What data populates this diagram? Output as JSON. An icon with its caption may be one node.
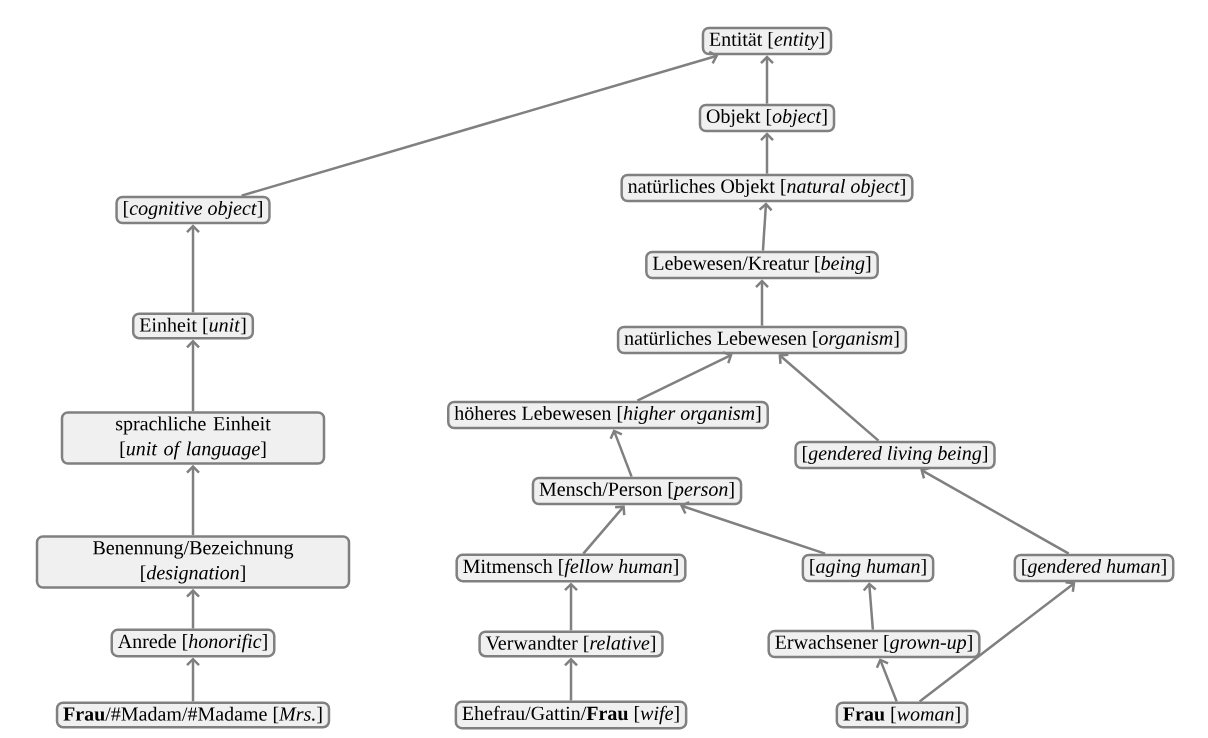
{
  "diagram": {
    "nodes": [
      {
        "text": [
          "Entität [*entity*]"
        ]
      },
      {
        "text": [
          "Objekt [*object*]"
        ]
      },
      {
        "text": [
          "natürliches Objekt [*natural object*]"
        ]
      },
      {
        "text": [
          "[*cognitive object*]"
        ]
      },
      {
        "text": [
          "Lebewesen/Kreatur [*being*]"
        ]
      },
      {
        "text": [
          "Einheit [*unit*]"
        ]
      },
      {
        "text": [
          "natürliches Lebewesen [*organism*]"
        ]
      },
      {
        "text": [
          "höheres Lebewesen [*higher organism*]"
        ]
      },
      {
        "text": [
          "sprachliche Einheit [*unit of language*]"
        ]
      },
      {
        "text": [
          "[*gendered living being*]"
        ]
      },
      {
        "text": [
          "Mensch/Person [*person*]"
        ]
      },
      {
        "text": [
          "Benennung/Bezeichnung [*designation*]"
        ]
      },
      {
        "text": [
          "Mitmensch [*fellow human*]"
        ]
      },
      {
        "text": [
          "[*aging human*]"
        ]
      },
      {
        "text": [
          "[*gendered human*]"
        ]
      },
      {
        "text": [
          "Verwandter [*relative*]"
        ]
      },
      {
        "text": [
          "Erwachsener [*grown-up*]"
        ]
      },
      {
        "text": [
          "Anrede [*honorific*]"
        ]
      },
      {
        "text": [
          "**Frau**/#Madam/#Madame [*Mrs.*]"
        ]
      },
      {
        "text": [
          "Ehefrau/Gattin/**Frau** [*wife*]"
        ]
      },
      {
        "text": [
          "**Frau** [*woman*]"
        ]
      }
    ],
    "edges": [
      {
        "from": 1,
        "to": 0,
        "arrow": "to"
      },
      {
        "from": 3,
        "to": 0,
        "arrow": "to"
      },
      {
        "from": 2,
        "to": 1,
        "arrow": "to"
      },
      {
        "from": 4,
        "to": 2,
        "arrow": "to"
      },
      {
        "from": 6,
        "to": 4,
        "arrow": "to"
      },
      {
        "from": 7,
        "to": 6,
        "arrow": "to"
      },
      {
        "from": 9,
        "to": 6,
        "arrow": "to"
      },
      {
        "from": 10,
        "to": 7,
        "arrow": "to"
      },
      {
        "from": 12,
        "to": 10,
        "arrow": "to"
      },
      {
        "from": 13,
        "to": 10,
        "arrow": "to"
      },
      {
        "from": 14,
        "to": 9,
        "arrow": "to"
      },
      {
        "from": 15,
        "to": 12,
        "arrow": "to"
      },
      {
        "from": 16,
        "to": 13,
        "arrow": "to"
      },
      {
        "from": 19,
        "to": 15,
        "arrow": "to"
      },
      {
        "from": 20,
        "to": 16,
        "arrow": "to"
      },
      {
        "from": 20,
        "to": 14,
        "arrow": "to"
      },
      {
        "from": 5,
        "to": 3,
        "arrow": "to"
      },
      {
        "from": 8,
        "to": 5,
        "arrow": "to"
      },
      {
        "from": 11,
        "to": 8,
        "arrow": "to"
      },
      {
        "from": 17,
        "to": 11,
        "arrow": "to"
      },
      {
        "from": 18,
        "to": 17,
        "arrow": "to"
      }
    ]
  }
}
